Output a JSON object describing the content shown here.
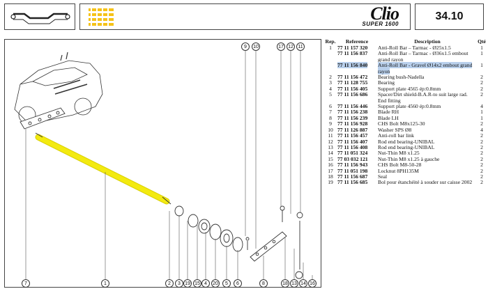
{
  "header": {
    "logo_title": "Clio",
    "logo_subtitle": "SUPER 1600",
    "page_number": "34.10",
    "accent_color": "#f5c218"
  },
  "drawing": {
    "highlight_color": "#f3ea10",
    "callouts_top": [
      "9",
      "10",
      "17",
      "12",
      "11"
    ],
    "callouts_bottom": [
      "7",
      "1",
      "2",
      "3",
      "19",
      "15",
      "4",
      "20",
      "5",
      "6",
      "8",
      "18",
      "13",
      "14",
      "16"
    ]
  },
  "parts_table": {
    "headers": {
      "rep": "Rep.",
      "reference": "Reference",
      "description": "Description",
      "qty": "Qté"
    },
    "rows": [
      {
        "rep": "1",
        "ref": "77 11 157 320",
        "desc": "Anti-Roll Bar – Tarmac - Ø25x1.5",
        "qty": "1",
        "highlight": false
      },
      {
        "rep": "",
        "ref": "77 11 156 837",
        "desc": "Anti-Roll Bar – Tarmac - Ø36x1.5 embout grand rayon",
        "qty": "1",
        "highlight": false
      },
      {
        "rep": "",
        "ref": "77 11 156 840",
        "desc": "Anti-Roll Bar - Gravel Ø14x2 embout grand rayon",
        "qty": "1",
        "highlight": true
      },
      {
        "rep": "2",
        "ref": "77 11 156 472",
        "desc": "Bearing bush-Nadella",
        "qty": "2",
        "highlight": false
      },
      {
        "rep": "3",
        "ref": "77 11 128 755",
        "desc": "Bearing",
        "qty": "2",
        "highlight": false
      },
      {
        "rep": "4",
        "ref": "77 11 156 405",
        "desc": "Support plate 4565 ép:0.8mm",
        "qty": "2",
        "highlight": false
      },
      {
        "rep": "5",
        "ref": "77 11 156 686",
        "desc": "Spacer/Dirt shield-B.A.R-to suit large rad. End fitting",
        "qty": "2",
        "highlight": false
      },
      {
        "rep": "6",
        "ref": "77 11 156 446",
        "desc": "Support plate 4560 ép:0.8mm",
        "qty": "4",
        "highlight": false
      },
      {
        "rep": "7",
        "ref": "77 11 156 238",
        "desc": "Blade RH",
        "qty": "1",
        "highlight": false
      },
      {
        "rep": "8",
        "ref": "77 11 156 239",
        "desc": "Blade LH",
        "qty": "1",
        "highlight": false
      },
      {
        "rep": "9",
        "ref": "77 11 156 928",
        "desc": "CHS Bolt M8x125-30",
        "qty": "2",
        "highlight": false
      },
      {
        "rep": "10",
        "ref": "77 11 126 887",
        "desc": "Washer SPS Ø8",
        "qty": "4",
        "highlight": false
      },
      {
        "rep": "11",
        "ref": "77 11 156 457",
        "desc": "Anti-roll bar link",
        "qty": "2",
        "highlight": false
      },
      {
        "rep": "12",
        "ref": "77 11 156 407",
        "desc": "Rod end bearing-UNIBAL",
        "qty": "2",
        "highlight": false
      },
      {
        "rep": "13",
        "ref": "77 11 156 408",
        "desc": "Rod end bearing-UNIBAL",
        "qty": "2",
        "highlight": false
      },
      {
        "rep": "14",
        "ref": "77 11 051 324",
        "desc": "Nut-Thin M8 x1.25",
        "qty": "2",
        "highlight": false
      },
      {
        "rep": "15",
        "ref": "77 03 032 121",
        "desc": "Nut-Thin M8 x1.25 à gauche",
        "qty": "2",
        "highlight": false
      },
      {
        "rep": "16",
        "ref": "77 11 156 943",
        "desc": "CHS Bolt M8-50-28",
        "qty": "2",
        "highlight": false
      },
      {
        "rep": "17",
        "ref": "77 11 051 198",
        "desc": "Locknut 8PH135M",
        "qty": "2",
        "highlight": false
      },
      {
        "rep": "18",
        "ref": "77 11 156 687",
        "desc": "Seal",
        "qty": "2",
        "highlight": false
      },
      {
        "rep": "19",
        "ref": "77 11 156 685",
        "desc": "Bol pour étanchéité à souder sur caisse 2002",
        "qty": "2",
        "highlight": false
      }
    ]
  }
}
